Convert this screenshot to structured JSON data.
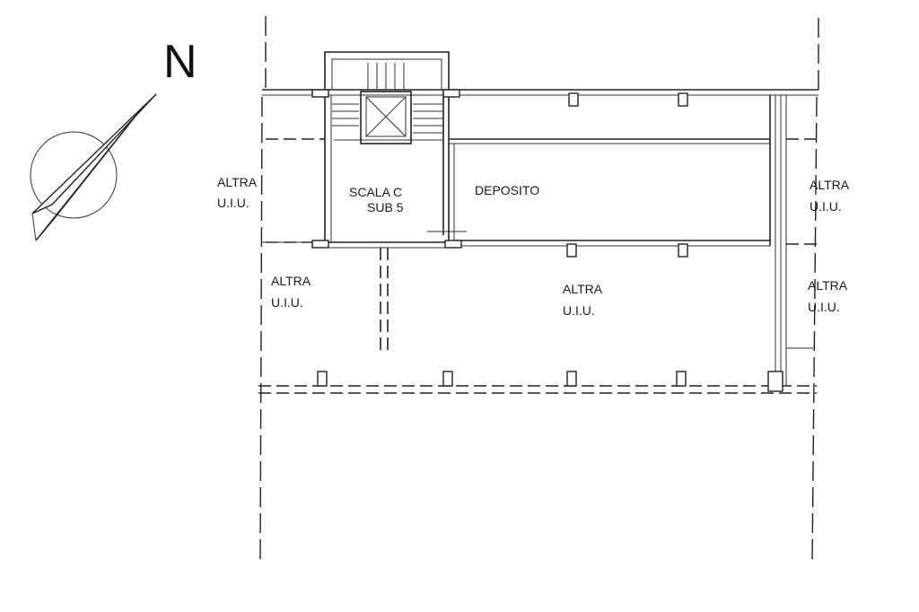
{
  "compass": {
    "letter": "N"
  },
  "rooms": {
    "scala_title": "SCALA C",
    "scala_sub": "SUB 5",
    "deposito": "DEPOSITO"
  },
  "other_units": {
    "west_top": {
      "line1": "ALTRA",
      "line2": "U.I.U."
    },
    "west_bottom": {
      "line1": "ALTRA",
      "line2": "U.I.U."
    },
    "center": {
      "line1": "ALTRA",
      "line2": "U.I.U."
    },
    "east_top": {
      "line1": "ALTRA",
      "line2": "U.I.U."
    },
    "east_bottom": {
      "line1": "ALTRA",
      "line2": "U.I.U."
    }
  }
}
